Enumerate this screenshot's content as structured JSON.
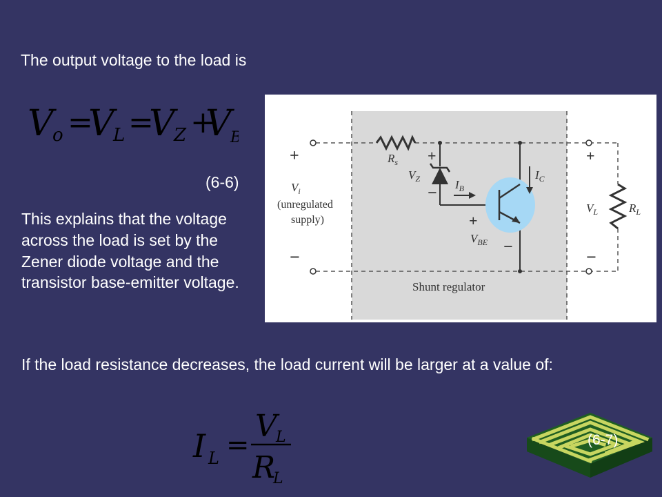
{
  "intro": "The output voltage to the load is",
  "eq1": {
    "parts": [
      "V",
      "o",
      "=",
      "V",
      "L",
      "=",
      "V",
      "Z",
      "+",
      "V",
      "BE"
    ],
    "number": "(6-6)"
  },
  "explanation": "This explains that the voltage across the load is set by the Zener diode voltage and the transistor base-emitter voltage.",
  "load_text": "If the load resistance decreases, the load current will be larger at a value of:",
  "eq2": {
    "lhs_main": "I",
    "lhs_sub": "L",
    "eq": "=",
    "num_main": "V",
    "num_sub": "L",
    "den_main": "R",
    "den_sub": "L",
    "number": "(6-7)"
  },
  "diagram": {
    "plus": "+",
    "minus": "−",
    "rs_main": "R",
    "rs_sub": "s",
    "vz_main": "V",
    "vz_sub": "Z",
    "ib_main": "I",
    "ib_sub": "B",
    "ic_main": "I",
    "ic_sub": "C",
    "vbe_main": "V",
    "vbe_sub": "BE",
    "vi_main": "V",
    "vi_sub": "i",
    "vi_line1": "(unregulated",
    "vi_line2": "supply)",
    "vl_main": "V",
    "vl_sub": "L",
    "rl_main": "R",
    "rl_sub": "L",
    "caption": "Shunt regulator",
    "colors": {
      "box": "#d9d9d9",
      "transistor": "#a6d8f5",
      "wire": "#333333"
    }
  }
}
